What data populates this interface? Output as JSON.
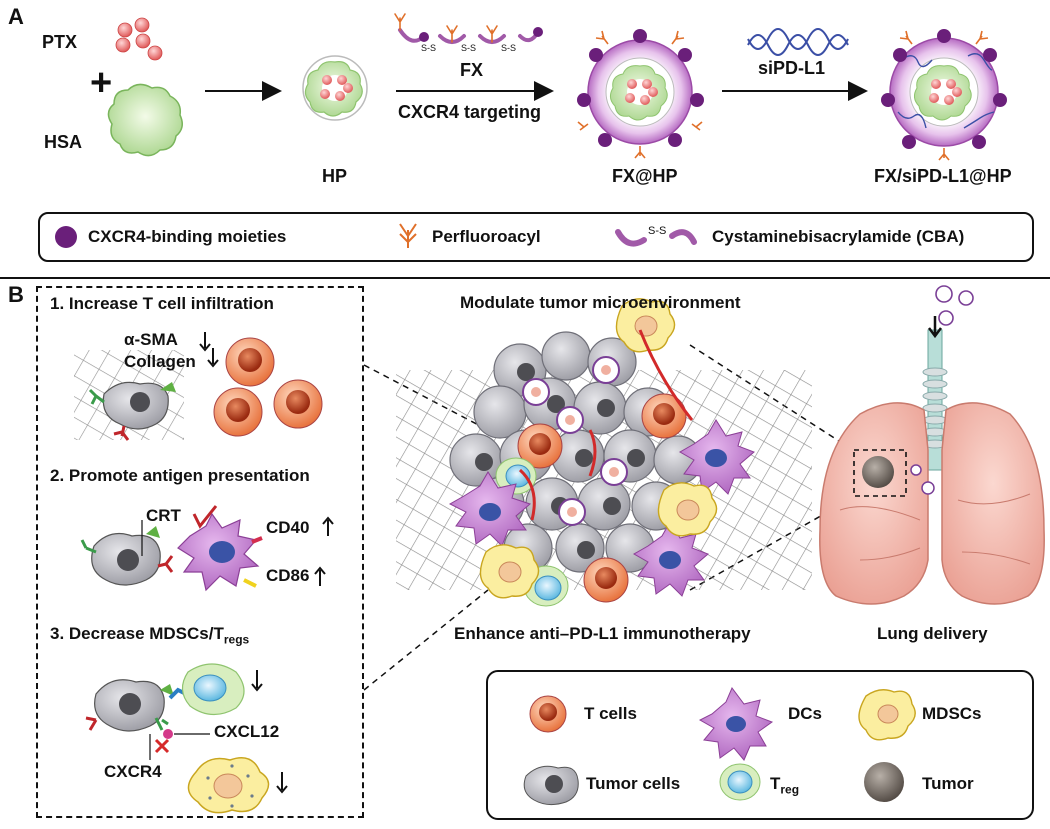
{
  "panel_a": {
    "letter": "A",
    "ptx": "PTX",
    "plus": "+",
    "hsa": "HSA",
    "hp": "HP",
    "fx": "FX",
    "ss": "S-S",
    "cxcr4_targeting": "CXCR4 targeting",
    "fx_hp": "FX@HP",
    "sipdl1": "siPD-L1",
    "final": "FX/siPD-L1@HP",
    "legend": {
      "cxcr4": "CXCR4-binding moieties",
      "perfluoro": "Perfluoroacyl",
      "ss": "S-S",
      "cba": "Cystaminebisacrylamide (CBA)"
    }
  },
  "panel_b": {
    "letter": "B",
    "step1": "1. Increase T cell infiltration",
    "asma": "α-SMA",
    "collagen": "Collagen",
    "step2": "2. Promote antigen presentation",
    "crt": "CRT",
    "cd40": "CD40",
    "cd86": "CD86",
    "step3_prefix": "3. Decrease MDSCs/T",
    "step3_sub": "regs",
    "cxcl12": "CXCL12",
    "cxcr4": "CXCR4",
    "modulate": "Modulate tumor microenvironment",
    "enhance": "Enhance anti–PD-L1 immunotherapy",
    "lung": "Lung delivery",
    "legend": {
      "tcells": "T cells",
      "dcs": "DCs",
      "mdscs": "MDSCs",
      "tumor_cells": "Tumor cells",
      "treg_prefix": "T",
      "treg_sub": "reg",
      "tumor": "Tumor"
    }
  },
  "colors": {
    "purple": "#6a1f7a",
    "orange": "#e8875a",
    "green_cell": "#cfe8b8",
    "grey_cell": "#b8b8be",
    "lung": "#f2b8ad",
    "mdsc": "#fbeea0"
  }
}
